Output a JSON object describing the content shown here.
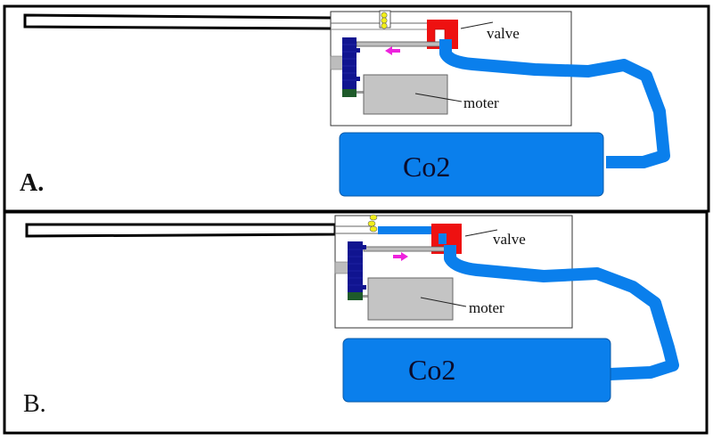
{
  "figure": {
    "colors": {
      "co2_blue": "#0a7fec",
      "valve_red": "#ee1111",
      "gear_blue": "#101490",
      "gear_green": "#1e5a2a",
      "motor_gray": "#c4c4c4",
      "arrow_magenta": "#ee22dd",
      "spring_yellow": "#f2ef1a",
      "frame_black": "#000000"
    },
    "panels": [
      {
        "id": "A",
        "label": "A.",
        "valve_label": "valve",
        "motor_label": "moter",
        "tank_label": "Co2",
        "piston_arrow_direction": "left",
        "barrel_filled_with_co2": false
      },
      {
        "id": "B",
        "label": "B.",
        "valve_label": "valve",
        "motor_label": "moter",
        "tank_label": "Co2",
        "piston_arrow_direction": "right",
        "barrel_filled_with_co2": true
      }
    ]
  }
}
